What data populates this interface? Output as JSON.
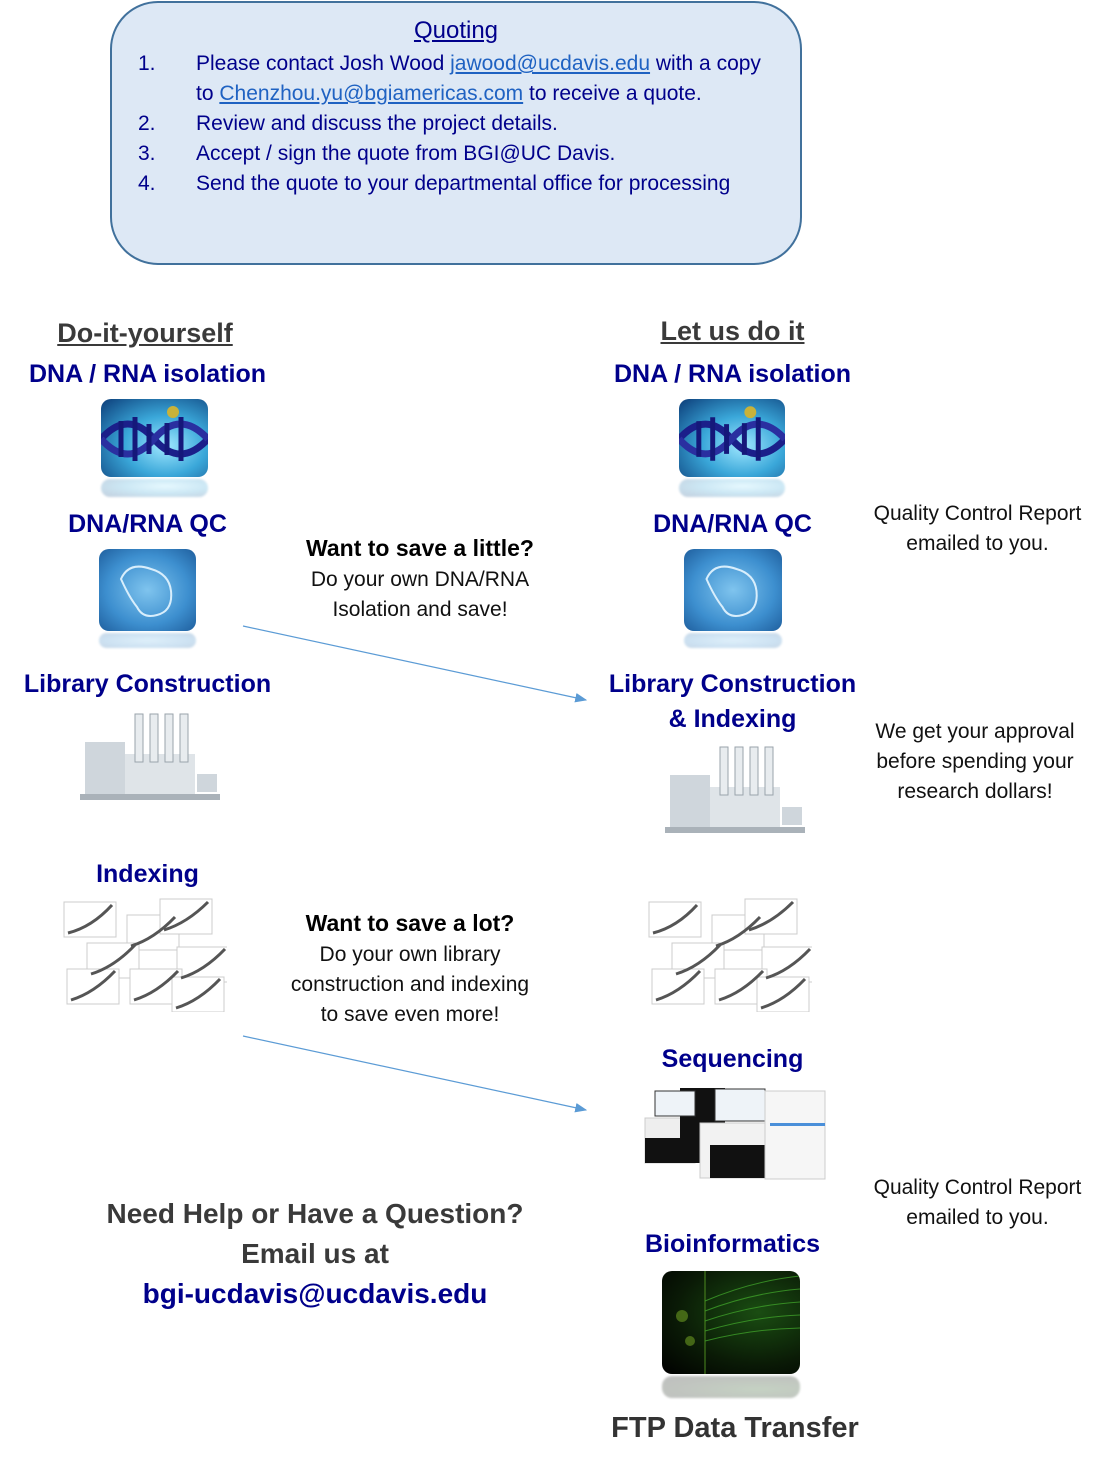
{
  "quoting": {
    "title": "Quoting",
    "steps": [
      {
        "num": "1.",
        "pre": "Please contact Josh Wood ",
        "email1": "jawood@ucdavis.edu",
        "mid": " with a copy to ",
        "email2": "Chenzhou.yu@bgiamericas.com",
        "post": " to receive a quote."
      },
      {
        "num": "2.",
        "text": "Review and discuss the project details."
      },
      {
        "num": "3.",
        "text": "Accept / sign the quote from BGI@UC Davis."
      },
      {
        "num": "4.",
        "text": "Send the quote to your departmental office for processing"
      }
    ]
  },
  "diy": {
    "heading": "Do-it-yourself",
    "steps": [
      "DNA / RNA isolation",
      "DNA/RNA QC",
      "Library Construction",
      "Indexing"
    ]
  },
  "service": {
    "heading": "Let us do it",
    "steps": [
      "DNA / RNA isolation",
      "DNA/RNA QC",
      "Library Construction",
      "& Indexing",
      "Sequencing",
      "Bioinformatics"
    ],
    "final": "FTP Data Transfer"
  },
  "notes": {
    "qc_report_1": [
      "Quality Control Report",
      "emailed to you."
    ],
    "approval": [
      "We get your approval",
      "before spending your",
      "research dollars!"
    ],
    "qc_report_2": [
      "Quality Control Report",
      "emailed to you."
    ]
  },
  "savings": {
    "little": {
      "title": "Want to save a little?",
      "lines": [
        "Do your own DNA/RNA",
        "Isolation and save!"
      ]
    },
    "lot": {
      "title": "Want to save a lot?",
      "lines": [
        "Do your own library",
        "construction and indexing",
        "to save even more!"
      ]
    }
  },
  "help": {
    "line1": "Need Help or Have a Question?",
    "line2": "Email us at",
    "email": "bgi-ucdavis@ucdavis.edu"
  },
  "colors": {
    "heading_blue": "#00008b",
    "link_blue": "#1f62c2",
    "arrow_blue": "#5b9bd5",
    "box_fill": "#dde8f5",
    "box_border": "#41719c"
  }
}
